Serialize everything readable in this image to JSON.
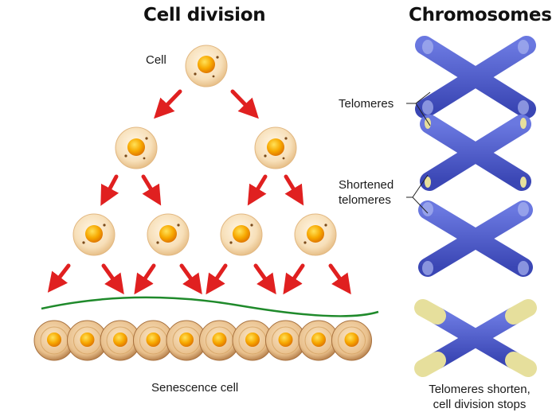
{
  "titles": {
    "cell_division": "Cell division",
    "chromosomes": "Chromosomes"
  },
  "labels": {
    "cell": "Cell",
    "telomeres": "Telomeres",
    "shortened_telomeres_line1": "Shortened",
    "shortened_telomeres_line2": "telomeres",
    "senescence_cell": "Senescence cell",
    "stops_line1": "Telomeres shorten,",
    "stops_line2": "cell division stops"
  },
  "colors": {
    "arrow": "#e02020",
    "chromosome": "#4a58c8",
    "telomere_cap": "#e6df9c",
    "nucleus": "#f5a800",
    "cell_body": "#f6ddb4",
    "senescence_line": "#1f8a2b"
  }
}
